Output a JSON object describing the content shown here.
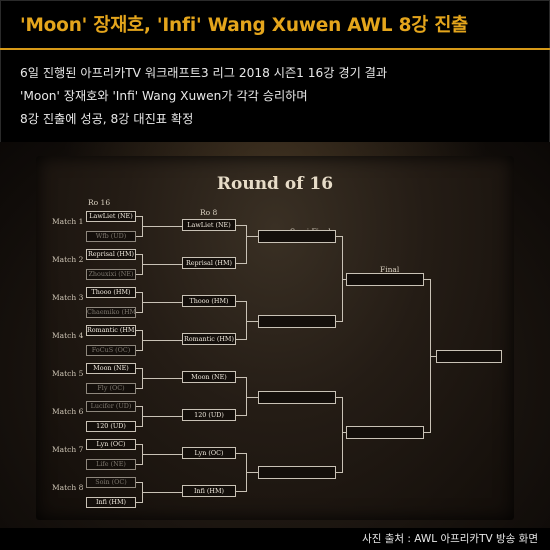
{
  "headline": "'Moon' 장재호, 'Infi' Wang Xuwen AWL 8강 진출",
  "summary_lines": [
    "6일 진행된 아프리카TV 워크래프트3 리그 2018 시즌1 16강 경기 결과",
    "'Moon' 장재호와 'Infi' Wang Xuwen가 각각 승리하며",
    "8강 진출에 성공, 8강 대진표 확정"
  ],
  "bracket": {
    "title": "Round of 16",
    "columns": {
      "ro16": "Ro 16",
      "ro8": "Ro 8",
      "semi": "Semi Final",
      "final": "Final"
    },
    "matches": [
      {
        "label": "Match 1",
        "p1": "LawLiet (NE)",
        "p2": "Wfb (UD)",
        "winner": "LawLiet (NE)",
        "win_top": true
      },
      {
        "label": "Match 2",
        "p1": "Reprisal (HM)",
        "p2": "Zhouxixi (NE)",
        "winner": "Reprisal (HM)",
        "win_top": true
      },
      {
        "label": "Match 3",
        "p1": "Thooo (HM)",
        "p2": "Chaemiko (HM)",
        "winner": "Thooo (HM)",
        "win_top": true
      },
      {
        "label": "Match 4",
        "p1": "Romantic (HM)",
        "p2": "FoCuS (OC)",
        "winner": "Romantic (HM)",
        "win_top": true
      },
      {
        "label": "Match 5",
        "p1": "Moon (NE)",
        "p2": "Fly (OC)",
        "winner": "Moon (NE)",
        "win_top": true
      },
      {
        "label": "Match 6",
        "p1": "Lucifer (UD)",
        "p2": "120 (UD)",
        "winner": "120 (UD)",
        "win_top": false
      },
      {
        "label": "Match 7",
        "p1": "Lyn (OC)",
        "p2": "Life (NE)",
        "winner": "Lyn (OC)",
        "win_top": true
      },
      {
        "label": "Match 8",
        "p1": "Soin (OC)",
        "p2": "Infi (HM)",
        "winner": "Infi (HM)",
        "win_top": false
      }
    ]
  },
  "credit": "사진 출처 : AWL 아프리카TV 방송 화면",
  "colors": {
    "headline": "#e4a51c",
    "rule": "#d79a18",
    "slot_border": "#c9c2b6"
  }
}
